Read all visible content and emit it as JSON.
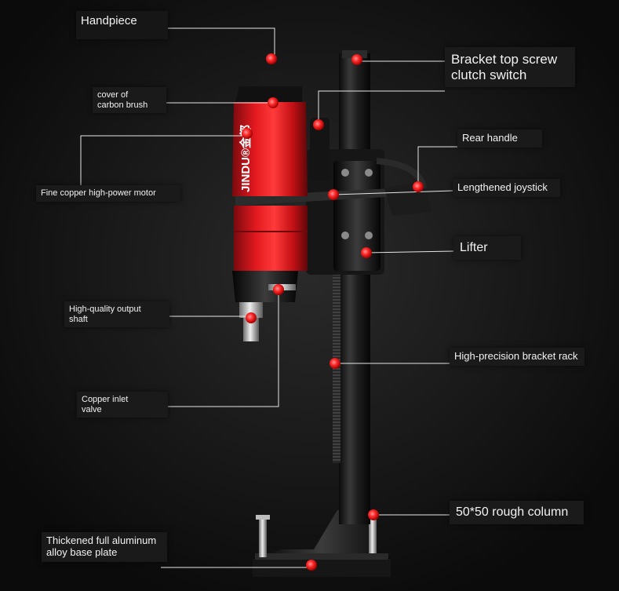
{
  "brand": {
    "logo_text": "JINDU®金都"
  },
  "callouts": {
    "handpiece": "Handpiece",
    "carbon_brush": "cover of\ncarbon brush",
    "motor": "Fine copper high-power motor",
    "output_shaft": "High-quality output\nshaft",
    "inlet_valve": "Copper inlet\nvalve",
    "base_plate": "Thickened full aluminum\nalloy base plate",
    "bracket_top": "Bracket top screw\nclutch switch",
    "rear_handle": "Rear handle",
    "joystick": "Lengthened joystick",
    "lifter": "Lifter",
    "bracket_rack": "High-precision bracket rack",
    "column": "50*50 rough column"
  },
  "colors": {
    "background": "#0e0e0e",
    "motor_red": "#d8141b",
    "marker_red": "#ff2a2a",
    "leader_line": "#e6e6e6",
    "column_black": "#1c1c1c"
  }
}
